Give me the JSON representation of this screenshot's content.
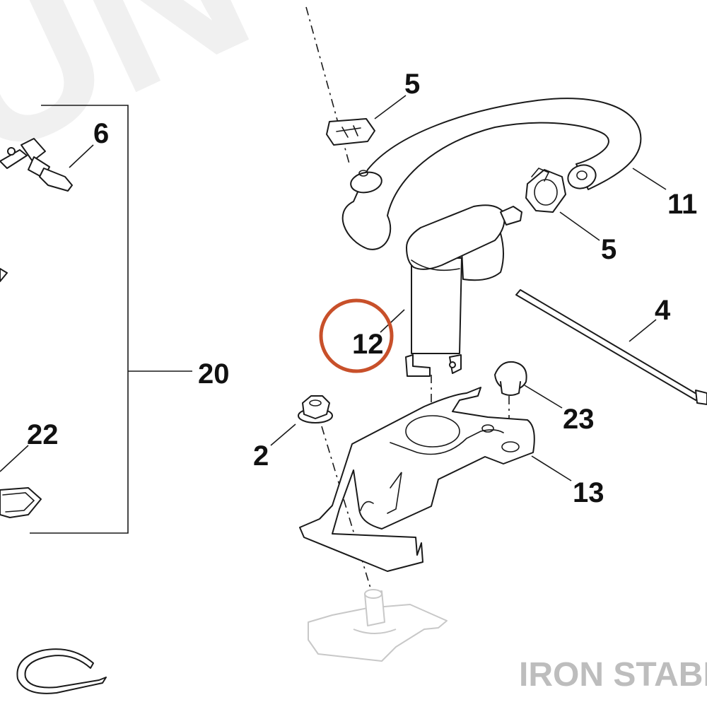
{
  "diagram": {
    "callouts": {
      "c2": "2",
      "c4": "4",
      "c5a": "5",
      "c5b": "5",
      "c6": "6",
      "c11": "11",
      "c12": "12",
      "c13": "13",
      "c20": "20",
      "c22": "22",
      "c23": "23"
    },
    "highlighted_callout": "12",
    "highlight_color": "#c8502a",
    "watermark": "IRON STABLE"
  }
}
